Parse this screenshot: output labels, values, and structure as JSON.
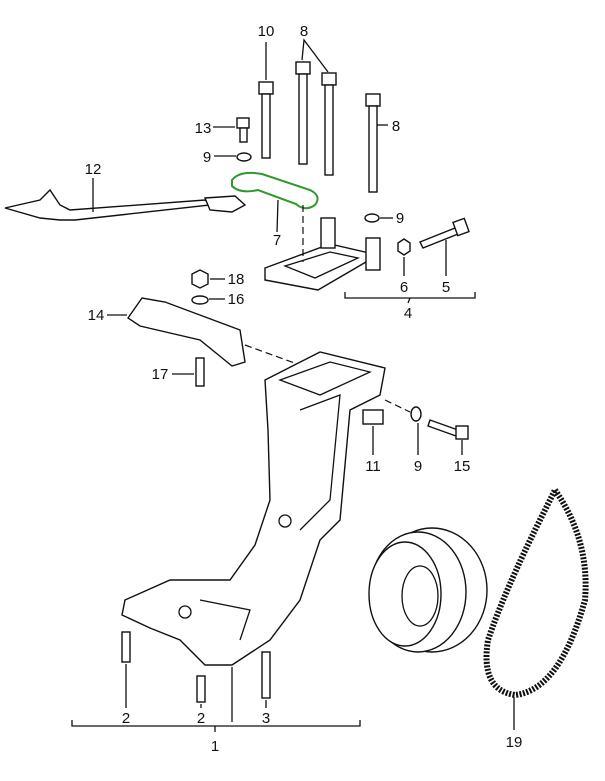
{
  "diagram": {
    "highlight_color": "#2e9a2e",
    "highlighted_part": "7",
    "callouts": {
      "bolt_10": "10",
      "bolts_8_pair": "8",
      "bolt_8_right": "8",
      "bolt_13": "13",
      "washer_9_top": "9",
      "rod_12": "12",
      "washer_9_right": "9",
      "bracket_7": "7",
      "bolt_5": "5",
      "nut_6": "6",
      "group_4": "4",
      "nut_18": "18",
      "washer_16": "16",
      "cover_14": "14",
      "stud_17": "17",
      "block_11": "11",
      "washer_9_lower": "9",
      "bolt_15": "15",
      "stud_2_left": "2",
      "stud_2_mid": "2",
      "stud_3": "3",
      "group_1": "1",
      "belt_19": "19"
    }
  }
}
